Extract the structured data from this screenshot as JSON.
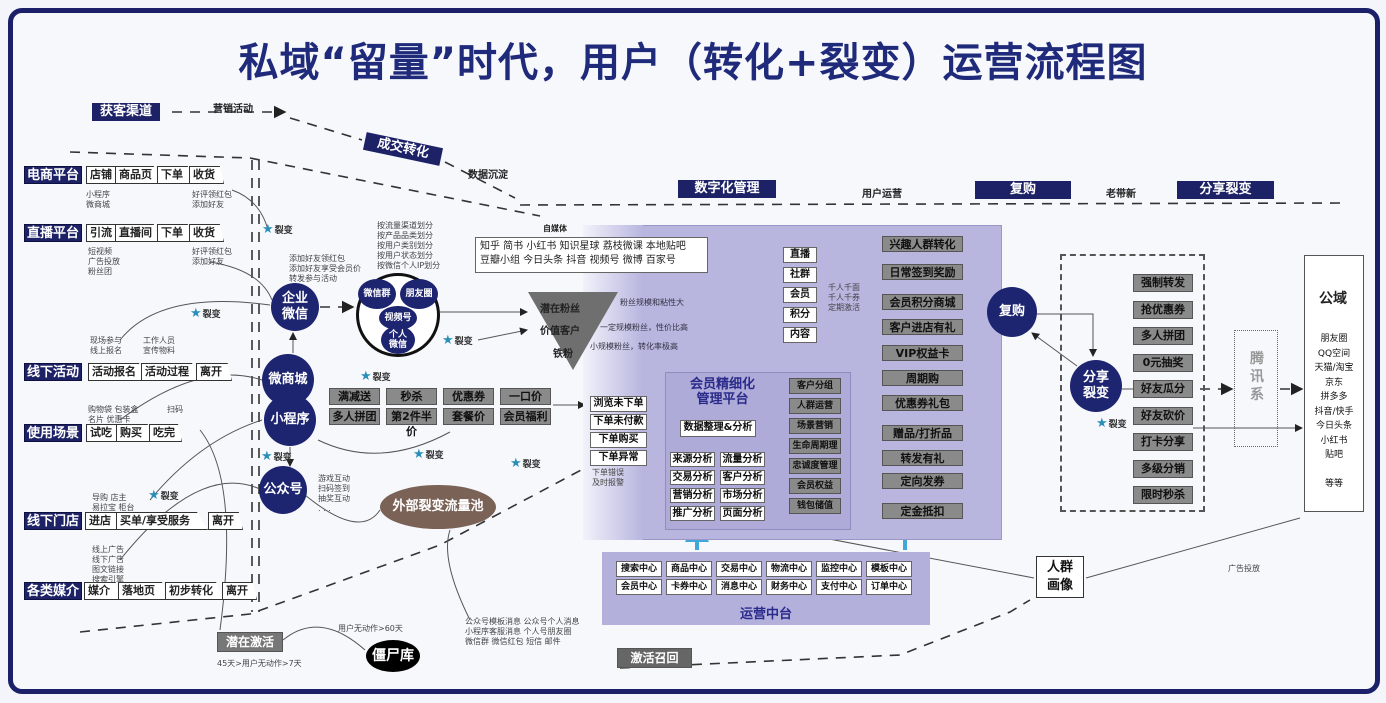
{
  "title": "私域“留量”时代，用户（转化+裂变）运营流程图",
  "stages": {
    "acquire": "获客渠道",
    "marketing": "营销活动",
    "deal": "成交转化",
    "data_settle": "数据沉淀",
    "digital": "数字化管理",
    "user_ops": "用户运营",
    "repurchase": "复购",
    "old_new": "老带新",
    "share": "分享裂变"
  },
  "fission_label": "裂变",
  "channels": [
    {
      "name": "电商平台",
      "steps": [
        "店铺",
        "商品页",
        "下单",
        "收货"
      ],
      "notes": [
        "小程序\n微商城",
        "好评领红包\n添加好友"
      ]
    },
    {
      "name": "直播平台",
      "steps": [
        "引流",
        "直播间",
        "下单",
        "收货"
      ],
      "notes": [
        "短视频\n广告投放\n粉丝团",
        "好评领红包\n添加好友"
      ]
    },
    {
      "name": "线下活动",
      "steps": [
        "活动报名",
        "活动过程",
        "离开"
      ],
      "notes": [
        "现场参与\n线上报名",
        "工作人员\n宣传物料"
      ]
    },
    {
      "name": "使用场景",
      "steps": [
        "试吃",
        "购买",
        "吃完"
      ],
      "notes": [
        "购物袋  包装盒\n名片  优惠卡",
        "扫码"
      ]
    },
    {
      "name": "线下门店",
      "steps": [
        "进店",
        "买单/享受服务",
        "离开"
      ],
      "notes": [
        "导购  店主\n易拉宝  柜台"
      ]
    },
    {
      "name": "各类媒介",
      "steps": [
        "媒介",
        "落地页",
        "初步转化",
        "离开"
      ],
      "notes": [
        "线上广告\n线下广告\n图文链接\n搜索引擎"
      ]
    }
  ],
  "hubs": {
    "wecom": "企业\n微信",
    "mall": "微商城",
    "miniapp": "小程序",
    "official": "公众号"
  },
  "wecom_note": "添加好友领红包\n添加好友享受会员价\n转发参与活动",
  "official_note": "游戏互动\n扫码签到\n抽奖互动\n. . .",
  "segment_note": "按流量渠道划分\n按产品品类划分\n按用户类别划分\n按用户状态划分\n按微信个人IP划分",
  "cluster": [
    "微信群",
    "朋友圈",
    "视频号",
    "个人\n微信"
  ],
  "promos": [
    "满减送",
    "秒杀",
    "优惠券",
    "一口价",
    "多人拼团",
    "第2件半价",
    "套餐价",
    "会员福利"
  ],
  "external_pool": "外部裂变流量池",
  "dormant": {
    "potential": "潜在激活",
    "potential_note": "45天>用户无动作>7天",
    "zombie": "僵尸库",
    "zombie_note": "用户无动作>60天",
    "channels_note": "公众号模板消息   公众号个人消息\n小程序客服消息   个人号朋友圈\n微信群      微信红包    短信    邮件",
    "recall": "激活召回"
  },
  "media": {
    "label": "自媒体",
    "line1": "知乎  简书  小红书  知识星球  荔枝微课   本地贴吧",
    "line2": "豆瓣小组  今日头条  抖音  视频号   微博  百家号"
  },
  "funnel": {
    "levels": [
      "潜在粉丝",
      "价值客户",
      "铁粉"
    ],
    "notes": [
      "粉丝规模和粘性大",
      "一定规模粉丝，性价比高",
      "小规模粉丝，转化率极高"
    ]
  },
  "touchpoints": [
    "直播",
    "社群",
    "会员",
    "积分",
    "内容"
  ],
  "touch_note": "千人千面\n千人千券\n定期激活",
  "order_states": [
    "浏览未下单",
    "下单未付款",
    "下单购买",
    "下单异常"
  ],
  "order_note": "下单错误\n及时报警",
  "member_platform": {
    "title": "会员精细化\n管理平台",
    "data": "数据整理&分析",
    "analysis": [
      "来源分析",
      "流量分析",
      "交易分析",
      "客户分析",
      "营销分析",
      "市场分析",
      "推广分析",
      "页面分析"
    ],
    "ops": [
      "客户分组",
      "人群运营",
      "场景营销",
      "生命周期理",
      "忠诚度管理",
      "会员权益",
      "钱包储值"
    ]
  },
  "ops_tools": [
    "兴趣人群转化",
    "日常签到奖励",
    "会员积分商城",
    "客户进店有礼",
    "VIP权益卡",
    "周期购",
    "优惠券礼包",
    "赠品/打折品",
    "转发有礼",
    "定向发券",
    "定金抵扣"
  ],
  "middle_platform": {
    "title": "运营中台",
    "centers": [
      "搜索中心",
      "商品中心",
      "交易中心",
      "物流中心",
      "监控中心",
      "模板中心",
      "会员中心",
      "卡券中心",
      "消息中心",
      "财务中心",
      "支付中心",
      "订单中心"
    ]
  },
  "repurchase_hub": "复购",
  "share_hub": "分享\n裂变",
  "share_tactics": [
    "强制转发",
    "抢优惠券",
    "多人拼团",
    "0元抽奖",
    "好友瓜分",
    "好友砍价",
    "打卡分享",
    "多级分销",
    "限时秒杀"
  ],
  "tencent": "腾\n讯\n系",
  "public_domain": {
    "title": "公域",
    "items": "朋友圈\nQQ空间\n天猫/淘宝\n京东\n拼多多\n抖音/快手\n今日头条\n小红书\n贴吧\n\n等等"
  },
  "persona": "人群\n画像",
  "ad_note": "广告投放",
  "colors": {
    "navy": "#1d2266",
    "panel": "#b8b5df",
    "gray": "#8a8a8a",
    "pool": "#7a6256",
    "accent": "#3fa8d8"
  }
}
